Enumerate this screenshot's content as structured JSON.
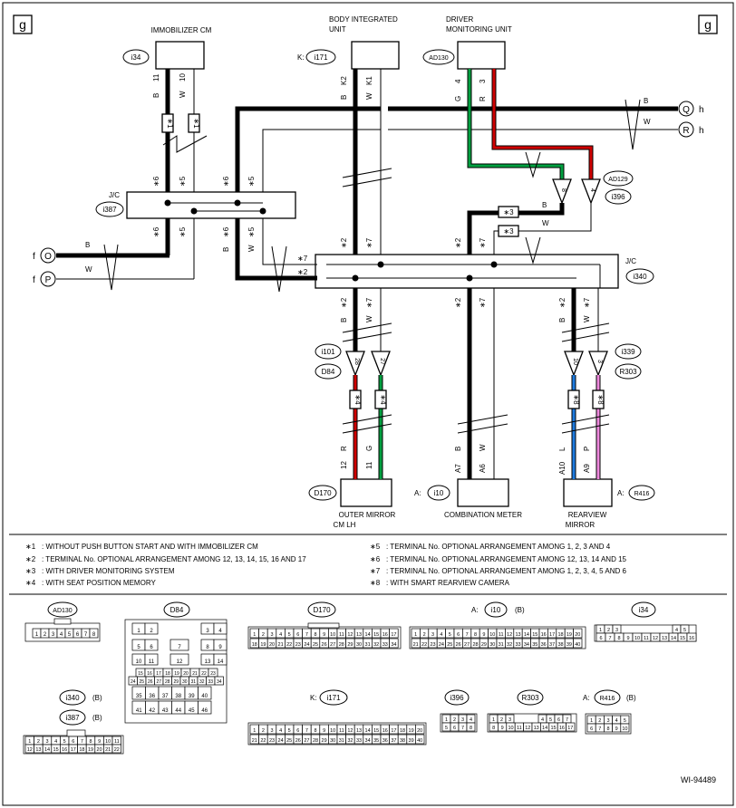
{
  "page": {
    "corner_label": "g",
    "figure_id": "WI-94489"
  },
  "colors": {
    "red": "#d00000",
    "green": "#00a040",
    "blue": "#1e7be0",
    "pink": "#ee88dd",
    "black": "#000000"
  },
  "units": {
    "immobilizer_cm": "IMMOBILIZER CM",
    "immobilizer_conn": "i34",
    "body_integrated_1": "BODY INTEGRATED",
    "body_integrated_2": "UNIT",
    "body_integrated_conn": "i171",
    "body_integrated_prefix": "K:",
    "dmu_1": "DRIVER",
    "dmu_2": "MONITORING UNIT",
    "dmu_conn": "AD130",
    "outer_mirror_1": "OUTER MIRROR",
    "outer_mirror_2": "CM LH",
    "outer_mirror_conn": "D170",
    "combination_meter": "COMBINATION METER",
    "combination_meter_conn": "i10",
    "combination_meter_prefix": "A:",
    "rearview_1": "REARVIEW",
    "rearview_2": "MIRROR",
    "rearview_conn": "R416",
    "rearview_prefix": "A:"
  },
  "junctions": {
    "jc_label": "J/C",
    "jc1_conn": "i387",
    "jc2_conn": "i340"
  },
  "connectors": {
    "i101": "i101",
    "d84": "D84",
    "i339": "i339",
    "r303": "R303",
    "ad129": "AD129",
    "i396": "i396"
  },
  "pins": {
    "imm_11": "11",
    "imm_10": "10",
    "bi_k2": "K2",
    "bi_k1": "K1",
    "dmu_4": "4",
    "dmu_3": "3",
    "ad129_8": "8",
    "ad129_4": "4",
    "om_12": "12",
    "om_11": "11",
    "cm_a7": "A7",
    "cm_a6": "A6",
    "rm_a10": "A10",
    "rm_a9": "A9",
    "i101_28": "28",
    "i101_27": "27",
    "i339_10": "10",
    "i339_3": "3"
  },
  "wire_colors": {
    "b": "B",
    "w": "W",
    "g": "G",
    "r": "R",
    "l": "L",
    "p": "P"
  },
  "stars": {
    "s1": "∗1",
    "s2": "∗2",
    "s3": "∗3",
    "s4": "∗4",
    "s5": "∗5",
    "s6": "∗6",
    "s7": "∗7",
    "s8": "∗8"
  },
  "terminals": {
    "f": "f",
    "O": "O",
    "P": "P",
    "h": "h",
    "Q": "Q",
    "R": "R"
  },
  "notes": [
    {
      "mark": "∗1",
      "text": ": WITHOUT PUSH BUTTON START AND WITH IMMOBILIZER CM"
    },
    {
      "mark": "∗2",
      "text": ": TERMINAL No. OPTIONAL ARRANGEMENT AMONG 12, 13, 14, 15, 16 AND 17"
    },
    {
      "mark": "∗3",
      "text": ": WITH DRIVER MONITORING SYSTEM"
    },
    {
      "mark": "∗4",
      "text": ": WITH SEAT POSITION MEMORY"
    },
    {
      "mark": "∗5",
      "text": ": TERMINAL No. OPTIONAL ARRANGEMENT AMONG 1, 2, 3 AND 4"
    },
    {
      "mark": "∗6",
      "text": ": TERMINAL No. OPTIONAL ARRANGEMENT AMONG 12, 13, 14 AND 15"
    },
    {
      "mark": "∗7",
      "text": ": TERMINAL No. OPTIONAL ARRANGEMENT AMONG 1, 2, 3, 4, 5 AND 6"
    },
    {
      "mark": "∗8",
      "text": ": WITH SMART REARVIEW CAMERA"
    }
  ],
  "connector_views": {
    "ad130": {
      "label": "AD130",
      "pins": [
        "1",
        "2",
        "3",
        "4",
        "5",
        "6",
        "7",
        "8"
      ]
    },
    "d84": {
      "label": "D84",
      "rows": [
        [
          "1",
          "2",
          "",
          "3",
          "4"
        ],
        [
          "5",
          "6",
          "7",
          "8",
          "9"
        ],
        [
          "10",
          "11",
          "12",
          "13",
          "14"
        ],
        [
          "15",
          "16",
          "17",
          "18",
          "19",
          "20",
          "21",
          "22",
          "23"
        ],
        [
          "24",
          "25",
          "26",
          "27",
          "28",
          "29",
          "30",
          "31",
          "32",
          "33",
          "34"
        ],
        [
          "35",
          "36",
          "37",
          "38",
          "39",
          "40"
        ],
        [
          "41",
          "42",
          "43",
          "44",
          "45",
          "46"
        ]
      ]
    },
    "d170": {
      "label": "D170",
      "row1": [
        "1",
        "2",
        "3",
        "4",
        "5",
        "6",
        "7",
        "8",
        "9",
        "10",
        "11",
        "12",
        "13",
        "14",
        "15",
        "16",
        "17"
      ],
      "row2": [
        "18",
        "19",
        "20",
        "21",
        "22",
        "23",
        "24",
        "25",
        "26",
        "27",
        "28",
        "29",
        "30",
        "31",
        "32",
        "33",
        "34"
      ]
    },
    "i10": {
      "prefix": "A:",
      "label": "i10",
      "suffix": "(B)",
      "row1": [
        "1",
        "2",
        "3",
        "4",
        "5",
        "6",
        "7",
        "8",
        "9",
        "10",
        "11",
        "12",
        "13",
        "14",
        "15",
        "16",
        "17",
        "18",
        "19",
        "20"
      ],
      "row2": [
        "21",
        "22",
        "23",
        "24",
        "25",
        "26",
        "27",
        "28",
        "29",
        "30",
        "31",
        "32",
        "33",
        "34",
        "35",
        "36",
        "37",
        "38",
        "39",
        "40"
      ]
    },
    "i34": {
      "label": "i34",
      "row1": [
        "1",
        "2",
        "3",
        "4",
        "5"
      ],
      "row2": [
        "6",
        "7",
        "8",
        "9",
        "10",
        "11",
        "12",
        "13",
        "14",
        "15",
        "16"
      ]
    },
    "i340": {
      "label": "i340",
      "suffix": "(B)"
    },
    "i387": {
      "label": "i387",
      "suffix": "(B)",
      "row1": [
        "1",
        "2",
        "3",
        "4",
        "5",
        "6",
        "7",
        "8",
        "9",
        "10",
        "11"
      ],
      "row2": [
        "12",
        "13",
        "14",
        "15",
        "16",
        "17",
        "18",
        "19",
        "20",
        "21",
        "22"
      ]
    },
    "i171": {
      "prefix": "K:",
      "label": "i171",
      "row1": [
        "1",
        "2",
        "3",
        "4",
        "5",
        "6",
        "7",
        "8",
        "9",
        "10",
        "11",
        "12",
        "13",
        "14",
        "15",
        "16",
        "17",
        "18",
        "19",
        "20"
      ],
      "row2": [
        "21",
        "22",
        "23",
        "24",
        "25",
        "26",
        "27",
        "28",
        "29",
        "30",
        "31",
        "32",
        "33",
        "34",
        "35",
        "36",
        "37",
        "38",
        "39",
        "40"
      ]
    },
    "i396": {
      "label": "i396",
      "row1": [
        "1",
        "2",
        "3",
        "4"
      ],
      "row2": [
        "5",
        "6",
        "7",
        "8"
      ]
    },
    "r303": {
      "label": "R303",
      "row1": [
        "1",
        "2",
        "3",
        "4",
        "5",
        "6",
        "7"
      ],
      "row2": [
        "8",
        "9",
        "10",
        "11",
        "12",
        "13",
        "14",
        "15",
        "16",
        "17"
      ]
    },
    "r416": {
      "prefix": "A:",
      "label": "R416",
      "suffix": "(B)",
      "row1": [
        "1",
        "2",
        "3",
        "4",
        "5"
      ],
      "row2": [
        "6",
        "7",
        "8",
        "9",
        "10"
      ]
    }
  }
}
